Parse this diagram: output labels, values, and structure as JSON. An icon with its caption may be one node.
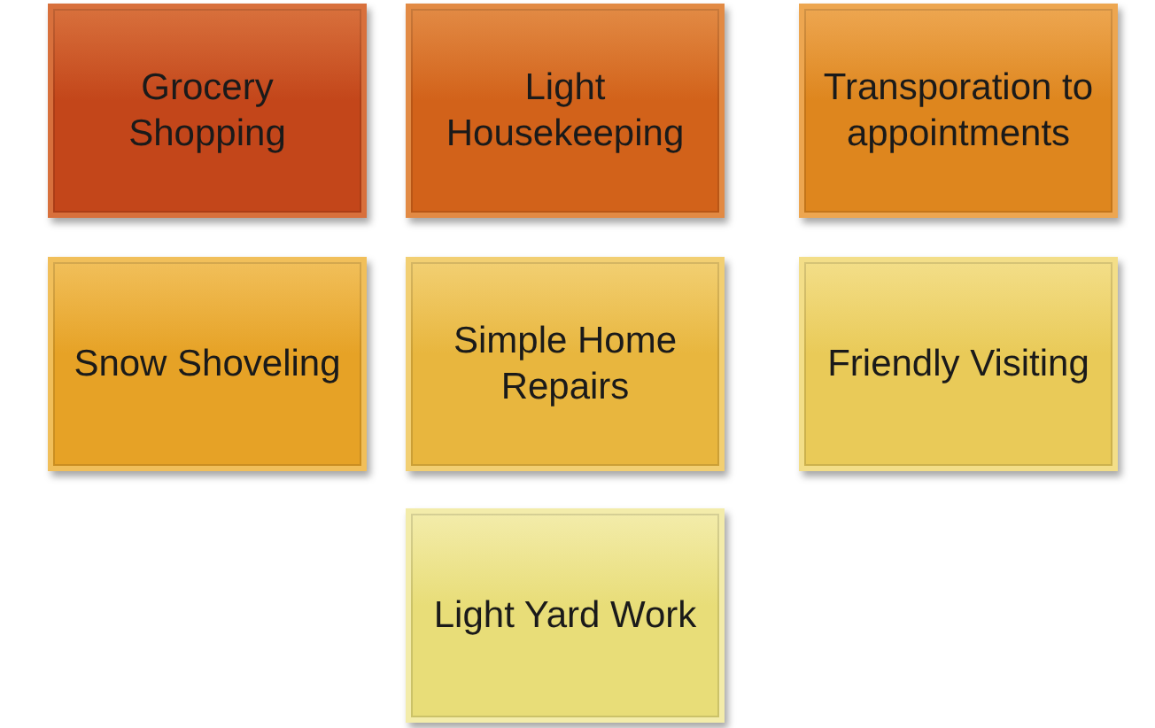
{
  "diagram": {
    "nodes": [
      {
        "text": [
          "Grocery Shopping"
        ]
      },
      {
        "text": [
          "Light Housekeeping"
        ]
      },
      {
        "text": [
          "Transporation to appointments"
        ]
      },
      {
        "text": [
          "Snow Shoveling"
        ]
      },
      {
        "text": [
          "Simple Home Repairs"
        ]
      },
      {
        "text": [
          "Friendly Visiting"
        ]
      },
      {
        "text": [
          "Light Yard Work"
        ]
      }
    ]
  }
}
